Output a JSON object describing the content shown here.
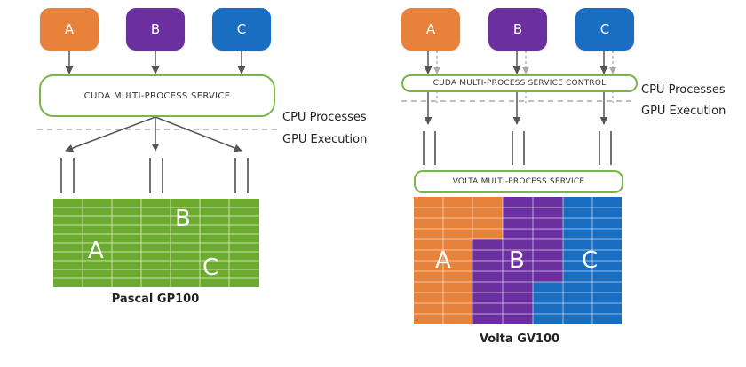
{
  "left": {
    "processes": [
      "A",
      "B",
      "C"
    ],
    "mps_label": "CUDA MULTI-PROCESS SERVICE",
    "grid_letters": [
      "A",
      "B",
      "C"
    ],
    "gpu_name": "Pascal GP100"
  },
  "right": {
    "processes": [
      "A",
      "B",
      "C"
    ],
    "mps_control_label": "CUDA MULTI-PROCESS SERVICE CONTROL",
    "volta_mps_label": "VOLTA MULTI-PROCESS SERVICE",
    "grid_letters": [
      "A",
      "B",
      "C"
    ],
    "gpu_name": "Volta GV100"
  },
  "zones": {
    "cpu_label": "CPU Processes",
    "gpu_label": "GPU Execution"
  },
  "colors": {
    "process_a": "#e8823a",
    "process_b": "#6b2fa0",
    "process_c": "#1a6ec2",
    "nvidia_green": "#7ab648",
    "pascal_grid": "#6cab2f"
  }
}
